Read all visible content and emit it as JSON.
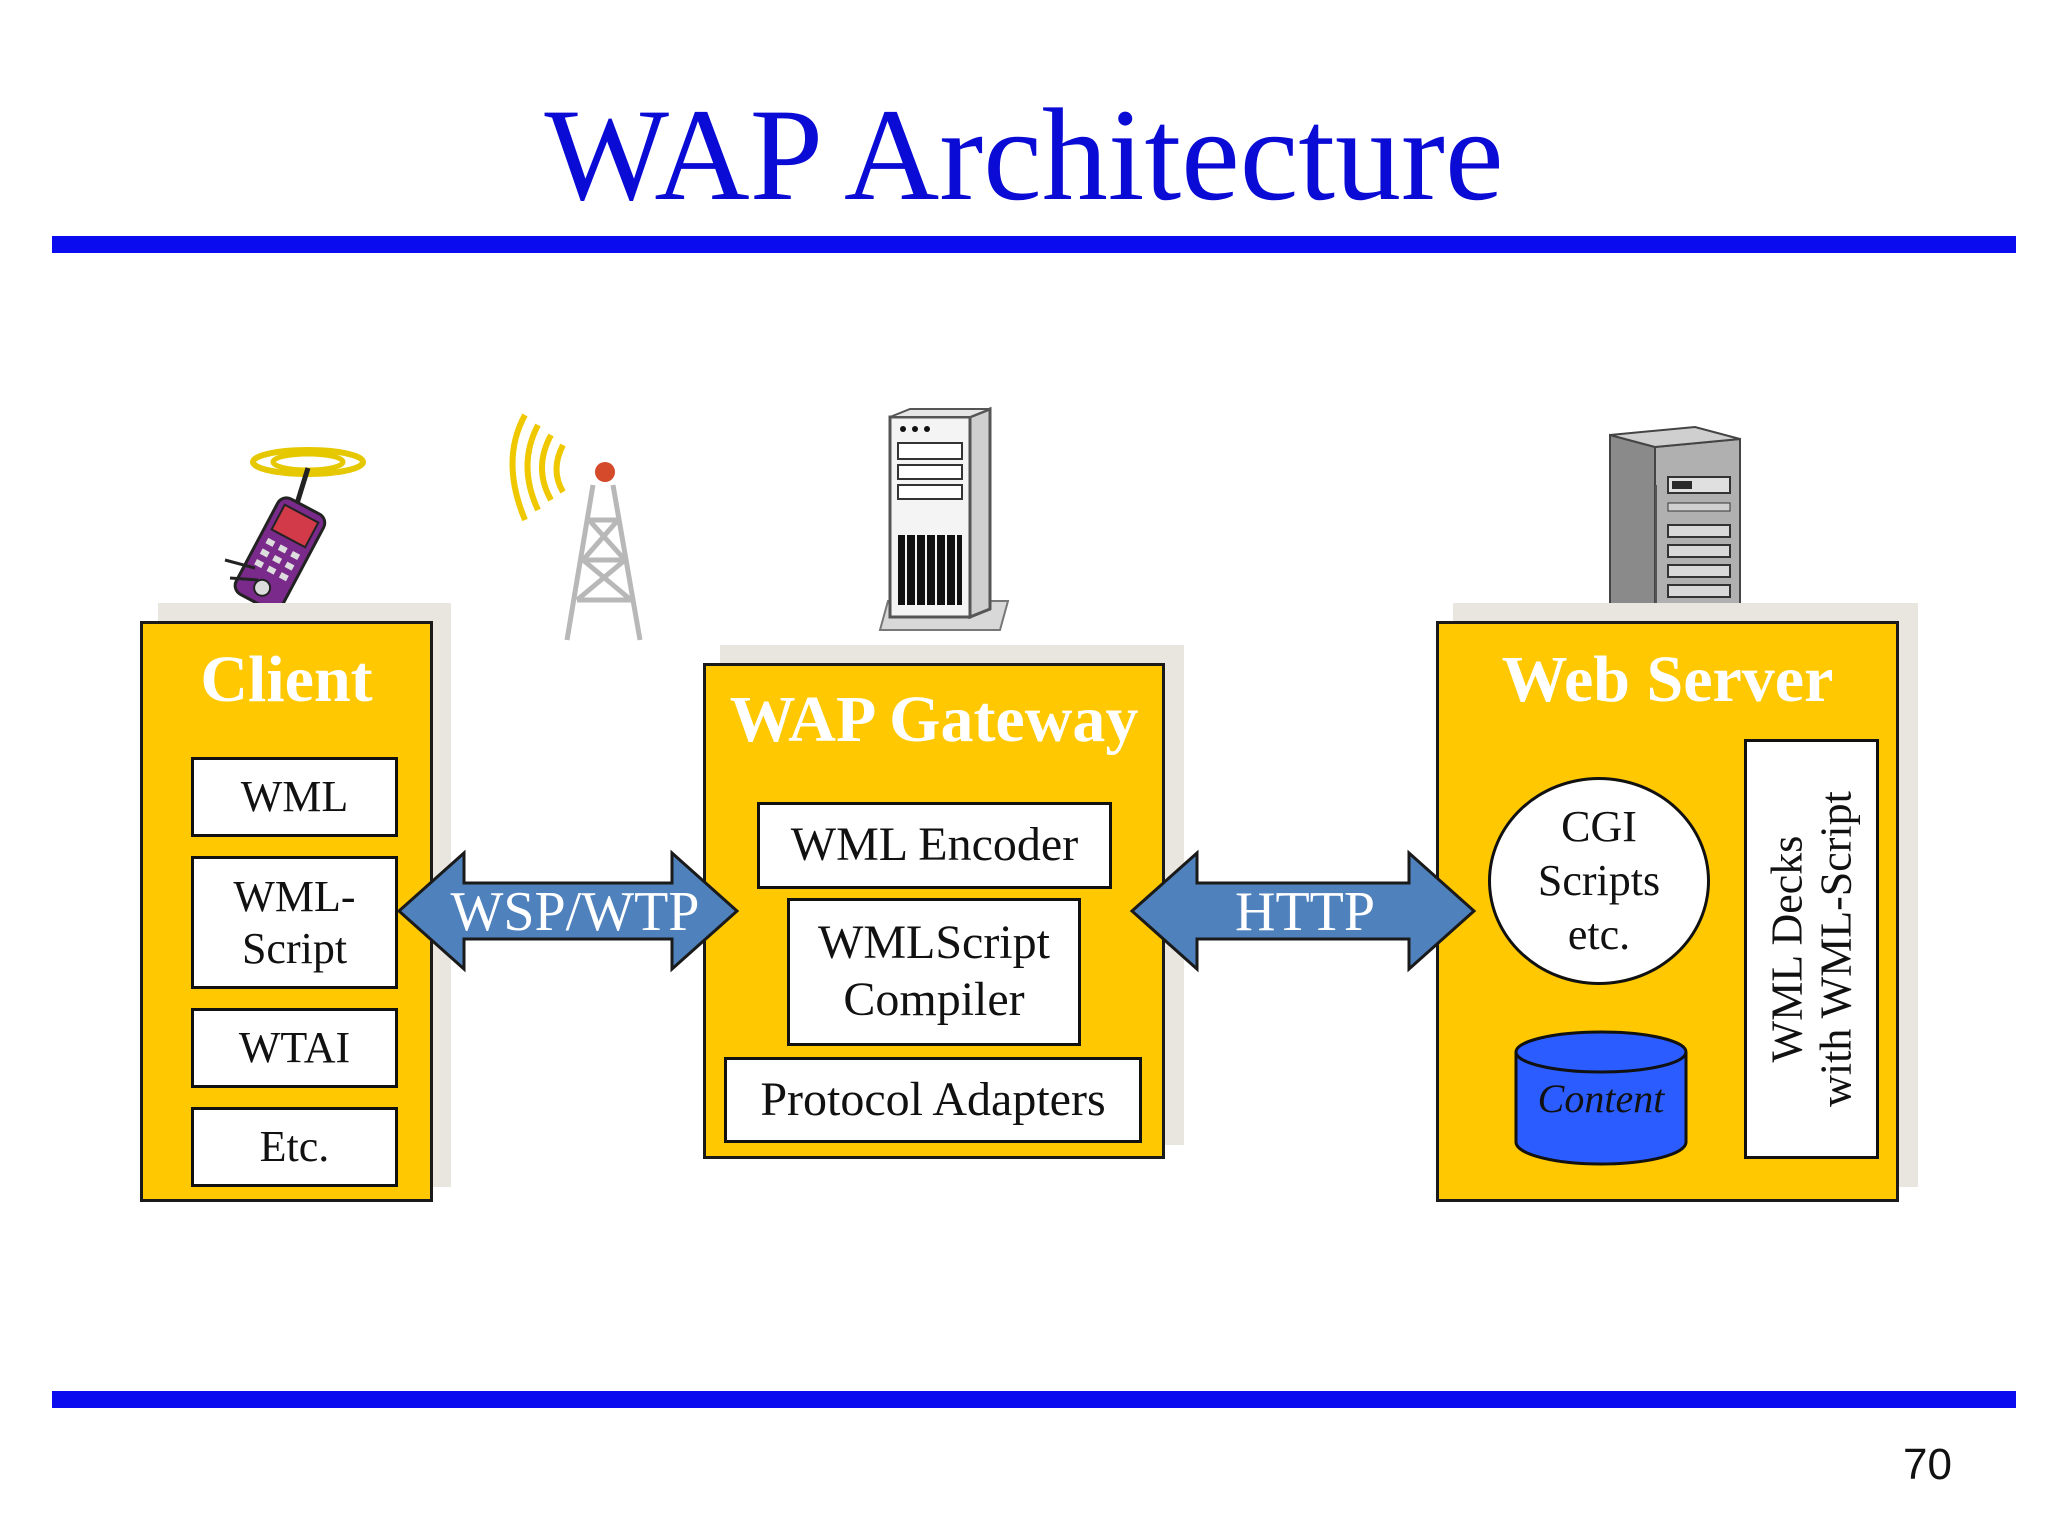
{
  "title": "WAP Architecture",
  "page_number": "70",
  "colors": {
    "title": "#0b0bd6",
    "rule": "#0b0bf0",
    "panel_fill": "#ffc800",
    "arrow_fill": "#4f81bd",
    "content_cylinder": "#2b5cff"
  },
  "client": {
    "title": "Client",
    "items": [
      "WML",
      "WML-\nScript",
      "WTAI",
      "Etc."
    ]
  },
  "gateway": {
    "title": "WAP Gateway",
    "encoder": "WML Encoder",
    "compiler": "WMLScript\nCompiler",
    "adapters": "Protocol Adapters"
  },
  "web_server": {
    "title": "Web Server",
    "cgi": "CGI\nScripts\netc.",
    "content": "Content",
    "decks": "WML Decks\nwith WML-Script"
  },
  "links": {
    "client_gateway": "WSP/WTP",
    "gateway_server": "HTTP"
  },
  "icons": [
    "mobile-phone-icon",
    "radio-tower-icon",
    "gateway-server-icon",
    "web-server-icon"
  ]
}
